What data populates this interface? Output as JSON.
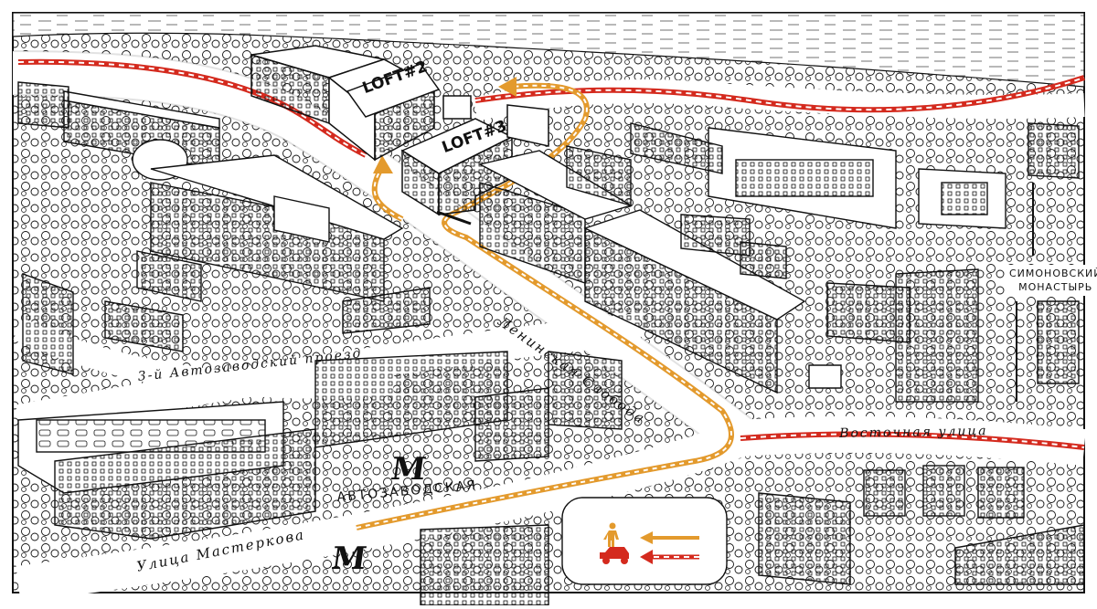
{
  "map": {
    "lofts": [
      {
        "label": "LOFT#2"
      },
      {
        "label": "LOFT#3"
      }
    ],
    "streets": {
      "leninskaya": "Ленинская Слобода",
      "avtozavodsky": "3-й Автозаводский проезд",
      "vostochnaya": "Восточная улица",
      "masterkova": "Улица Мастеркова"
    },
    "metro": {
      "symbol": "М",
      "station": "Автозаводская"
    },
    "landmark": {
      "line1": "Симоновский",
      "line2": "монастырь"
    },
    "legend": {
      "walk_icon": "pedestrian-icon",
      "car_icon": "car-icon"
    },
    "colors": {
      "walk_route": "#e39a2d",
      "car_route": "#d42a1e",
      "ink": "#111111"
    }
  }
}
